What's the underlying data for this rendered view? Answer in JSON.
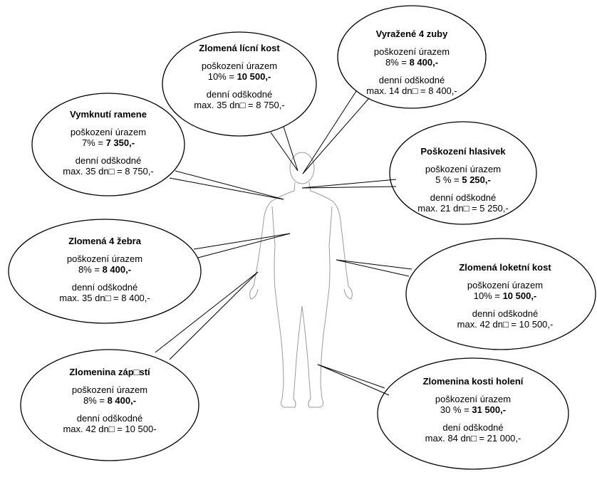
{
  "injuries": [
    {
      "title": "Zlomená lícní kost",
      "damage_label": "poškození úrazem",
      "damage_pct": "10% = ",
      "damage_amount": "10 500,-",
      "daily_label": "denní odškodné",
      "daily_value": "max. 35 dn□ = 8 750,-"
    },
    {
      "title": "Vyražené 4 zuby",
      "damage_label": "poškození úrazem",
      "damage_pct": "8% = ",
      "damage_amount": "8 400,-",
      "daily_label": "denní odškodné",
      "daily_value": "max. 14 dn□ = 8 400,-"
    },
    {
      "title": "Vymknutí ramene",
      "damage_label": "poškození úrazem",
      "damage_pct": "7% = ",
      "damage_amount": "7 350,-",
      "daily_label": "denní odškodné",
      "daily_value": "max. 35 dn□ = 8 750,-"
    },
    {
      "title": "Poškození hlasivek",
      "damage_label": "poškození úrazem",
      "damage_pct": "5 % = ",
      "damage_amount": "5 250,-",
      "daily_label": "denní odškodné",
      "daily_value": "max. 21 dn□ = 5 250,-"
    },
    {
      "title": "Zlomená 4 žebra",
      "damage_label": "poškození úrazem",
      "damage_pct": "8% = ",
      "damage_amount": "8 400,-",
      "daily_label": "denní odškodné",
      "daily_value": "max. 35 dn□ = 8 400,-"
    },
    {
      "title": "Zlomená loketní kost",
      "damage_label": "poškození úrazem",
      "damage_pct": "10% = ",
      "damage_amount": "10 500,-",
      "daily_label": "denní odškodné",
      "daily_value": "max. 42 dn□ = 10 500,-"
    },
    {
      "title": "Zlomenina záp□stí",
      "damage_label": "poškození úrazem",
      "damage_pct": "8% = ",
      "damage_amount": "8 400,-",
      "daily_label": "denní odškodné",
      "daily_value": "max. 42 dn□ = 10 500-"
    },
    {
      "title": "Zlomenina kosti holení",
      "damage_label": "poškození úrazem",
      "damage_pct": "30 % = ",
      "damage_amount": "31 500,-",
      "daily_label": "dení odškodné",
      "daily_value": "max. 84 dn□ = 21 000,-"
    }
  ]
}
